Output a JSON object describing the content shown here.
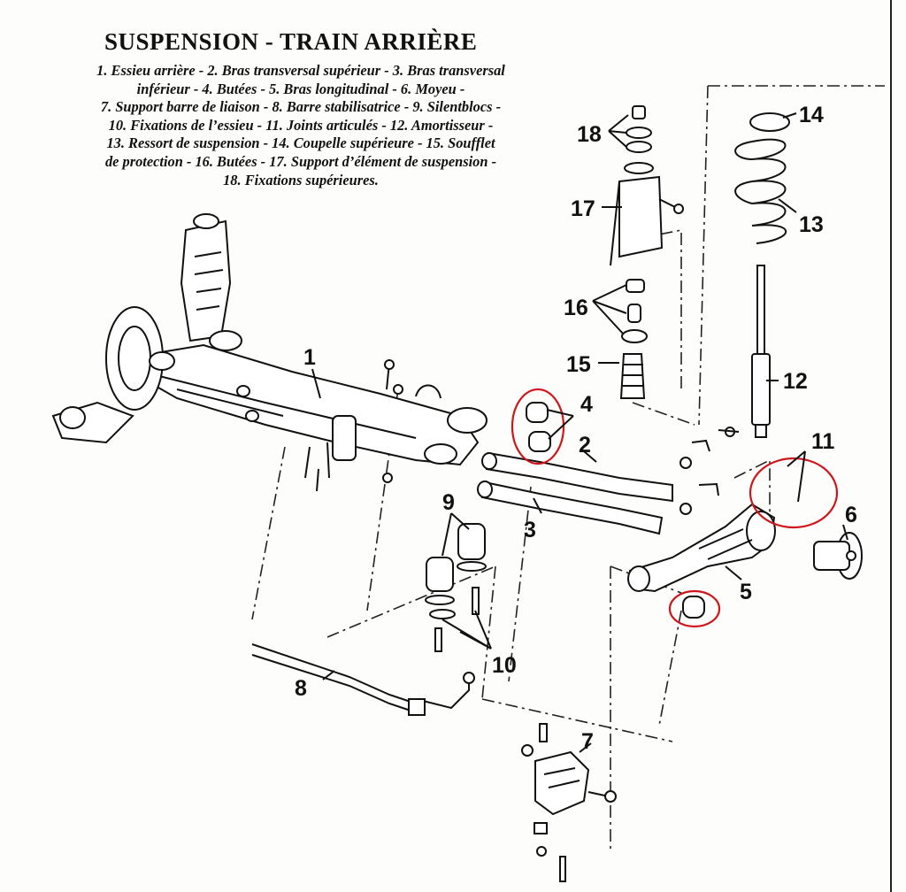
{
  "title": "SUSPENSION - TRAIN ARRIÈRE",
  "legend_lines": [
    "1. Essieu arrière - 2. Bras transversal supérieur - 3. Bras transversal",
    "inférieur - 4. Butées - 5. Bras longitudinal - 6. Moyeu -",
    "7. Support barre de liaison - 8. Barre stabilisatrice - 9. Silentblocs -",
    "10. Fixations de l’essieu - 11. Joints articulés - 12. Amortisseur -",
    "13. Ressort de suspension - 14. Coupelle supérieure - 15. Soufflet",
    "de protection - 16. Butées - 17. Support d’élément de suspension -",
    "18. Fixations supérieures."
  ],
  "callouts": {
    "n1": "1",
    "n2": "2",
    "n3": "3",
    "n4": "4",
    "n5": "5",
    "n6": "6",
    "n7": "7",
    "n8": "8",
    "n9": "9",
    "n10": "10",
    "n11": "11",
    "n12": "12",
    "n13": "13",
    "n14": "14",
    "n15": "15",
    "n16": "16",
    "n17": "17",
    "n18": "18"
  },
  "highlight_color": "#d0141c"
}
